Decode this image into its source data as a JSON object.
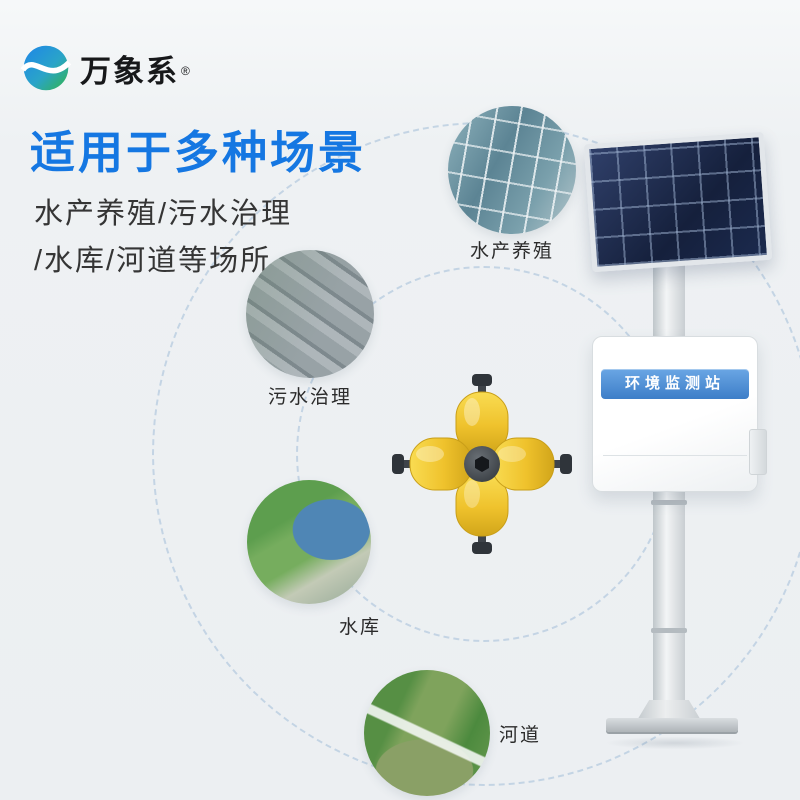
{
  "brand": {
    "name": "万象系",
    "registered": "®"
  },
  "hero": {
    "title": "适用于多种场景",
    "subtitle_line1": "水产养殖/污水治理",
    "subtitle_line2": "/水库/河道等场所"
  },
  "scenes": [
    {
      "id": "aquaculture",
      "label": "水产养殖"
    },
    {
      "id": "sewage",
      "label": "污水治理"
    },
    {
      "id": "reservoir",
      "label": "水库"
    },
    {
      "id": "river",
      "label": "河道"
    }
  ],
  "station": {
    "label": "环境监测站"
  },
  "colors": {
    "background": "#eef1f3",
    "title_blue": "#1577e2",
    "subtitle_dark": "#353535",
    "float_yellow": "#efc22c",
    "band_blue": "#3d7ec8",
    "dashed_circle": "#bdd0e2",
    "solar_panel": "#15203c"
  }
}
